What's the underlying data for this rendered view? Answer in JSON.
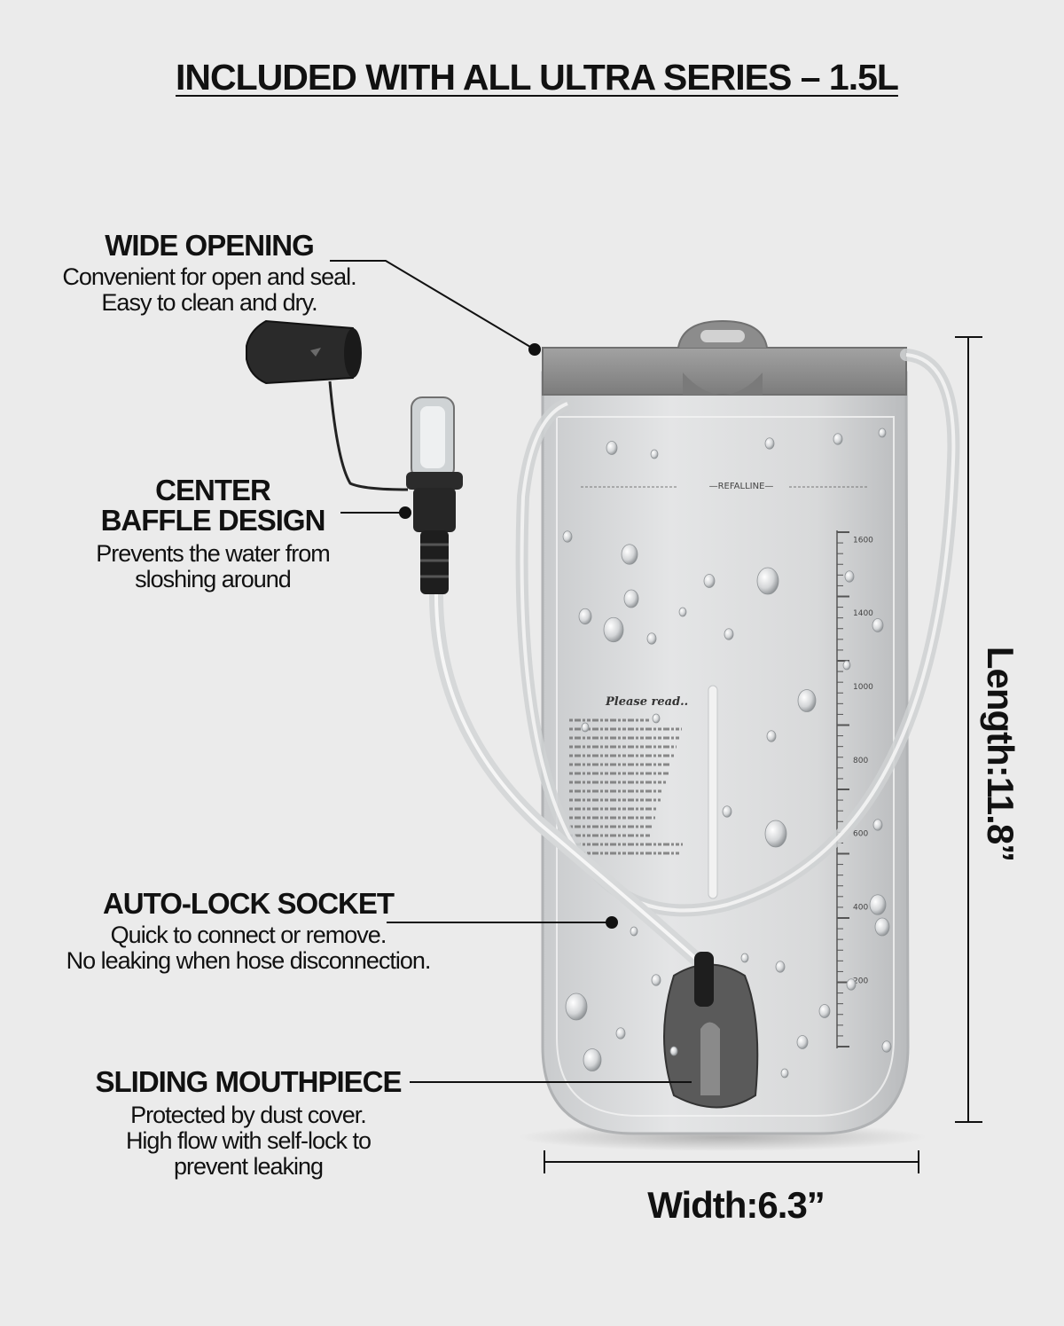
{
  "title": "INCLUDED WITH ALL ULTRA SERIES – 1.5L",
  "features": {
    "wide_opening": {
      "heading": "WIDE OPENING",
      "description": "Convenient for open and seal.\nEasy to clean and dry."
    },
    "center_baffle": {
      "heading": "CENTER\nBAFFLE DESIGN",
      "description": "Prevents the water from\nsloshing around"
    },
    "auto_lock": {
      "heading": "AUTO-LOCK SOCKET",
      "description": "Quick to connect or remove.\nNo leaking when hose disconnection."
    },
    "sliding_mouthpiece": {
      "heading": "SLIDING MOUTHPIECE",
      "description": "Protected by dust cover.\nHigh flow with self-lock to\nprevent leaking"
    }
  },
  "dimensions": {
    "width_label": "Width:6.3”",
    "length_label": "Length:11.8”"
  },
  "bladder": {
    "fill_line_label": "—REFALLINE—",
    "warning_label": "Please read..",
    "scale_marks": [
      "1600",
      "1400",
      "1000",
      "800",
      "600",
      "400",
      "200"
    ]
  },
  "colors": {
    "background": "#ebebeb",
    "text": "#111111",
    "bladder_film": "#d9dbdc",
    "cap_grey": "#8f8f8f",
    "mouthpiece_black": "#1e1e1e"
  }
}
